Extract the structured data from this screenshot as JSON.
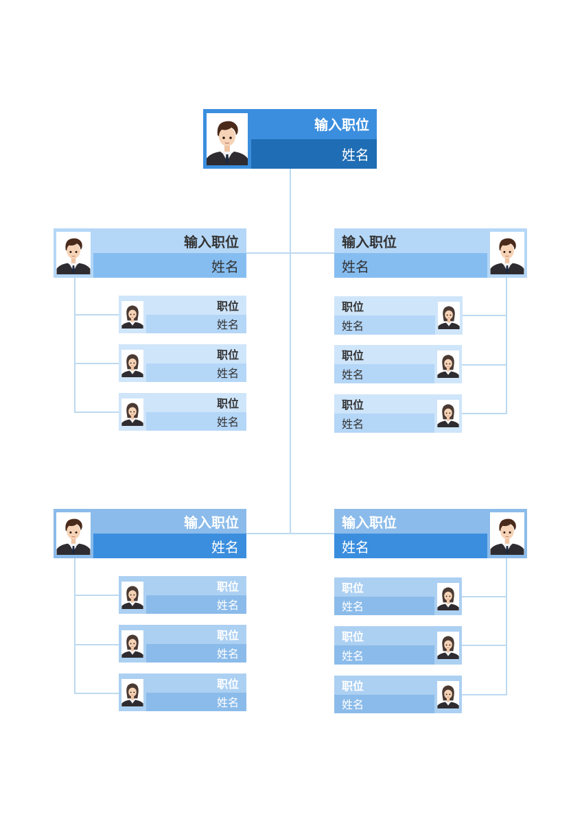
{
  "top": {
    "title": "输入职位",
    "name": "姓名"
  },
  "managers": [
    {
      "title": "输入职位",
      "name": "姓名"
    },
    {
      "title": "输入职位",
      "name": "姓名"
    },
    {
      "title": "输入职位",
      "name": "姓名"
    },
    {
      "title": "输入职位",
      "name": "姓名"
    }
  ],
  "staff": [
    [
      {
        "title": "职位",
        "name": "姓名"
      },
      {
        "title": "职位",
        "name": "姓名"
      },
      {
        "title": "职位",
        "name": "姓名"
      }
    ],
    [
      {
        "title": "职位",
        "name": "姓名"
      },
      {
        "title": "职位",
        "name": "姓名"
      },
      {
        "title": "职位",
        "name": "姓名"
      }
    ],
    [
      {
        "title": "职位",
        "name": "姓名"
      },
      {
        "title": "职位",
        "name": "姓名"
      },
      {
        "title": "职位",
        "name": "姓名"
      }
    ],
    [
      {
        "title": "职位",
        "name": "姓名"
      },
      {
        "title": "职位",
        "name": "姓名"
      },
      {
        "title": "职位",
        "name": "姓名"
      }
    ]
  ],
  "icons": {
    "male": "male-avatar-icon",
    "female": "female-avatar-icon"
  },
  "colors": {
    "top": "#3b8ede",
    "top_dark": "#1f6db4",
    "mid_light": "#b5d7f7",
    "mid": "#86bdf1",
    "low": "#8bbbea",
    "low_dark": "#3b8ede",
    "connector": "#bcd9ef"
  }
}
